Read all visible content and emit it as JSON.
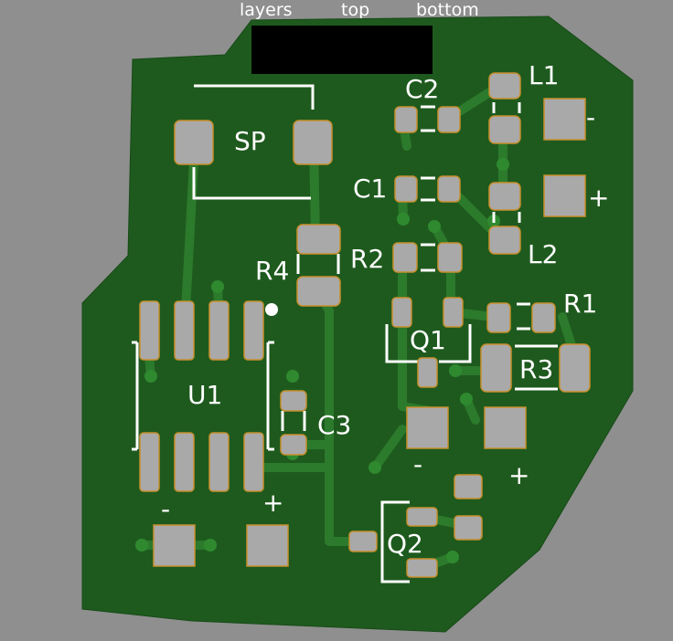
{
  "header": {
    "tabs": [
      "layers",
      "top",
      "bottom"
    ],
    "active_tab": "top"
  },
  "board": {
    "components": {
      "sp": "SP",
      "c2": "C2",
      "c1": "C1",
      "l1": "L1",
      "l2": "L2",
      "r4": "R4",
      "r2": "R2",
      "r1": "R1",
      "q1": "Q1",
      "r3": "R3",
      "u1": "U1",
      "c3": "C3",
      "q2": "Q2"
    },
    "polarity": {
      "minus": "-",
      "plus": "+"
    }
  },
  "colors": {
    "background": "#8f8f8f",
    "board": "#1e5a1e",
    "trace": "#2c7a2c",
    "pad": "#a9a9a9",
    "pad_edge": "#c8902c",
    "silkscreen": "#ffffff"
  }
}
